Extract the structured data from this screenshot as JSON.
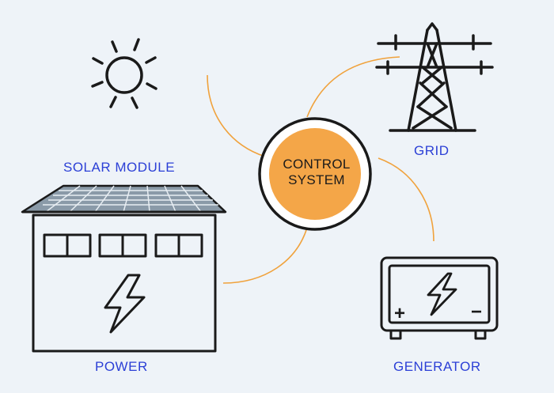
{
  "labels": {
    "solar": "SOLAR MODULE",
    "grid": "GRID",
    "power": "POWER",
    "generator": "GENERATOR"
  },
  "center": {
    "line1": "CONTROL",
    "line2": "SYSTEM"
  },
  "generator": {
    "plus": "+",
    "minus": "−"
  },
  "colors": {
    "background": "#eef3f8",
    "accent": "#f4a648",
    "connector": "#f0a23c",
    "label": "#2b3fd6",
    "stroke": "#1a1a1a",
    "panel": "#8a9aa8"
  },
  "icons": [
    "sun-icon",
    "transmission-tower-icon",
    "building-icon",
    "solar-panel-icon",
    "generator-icon",
    "lightning-bolt-icon"
  ]
}
